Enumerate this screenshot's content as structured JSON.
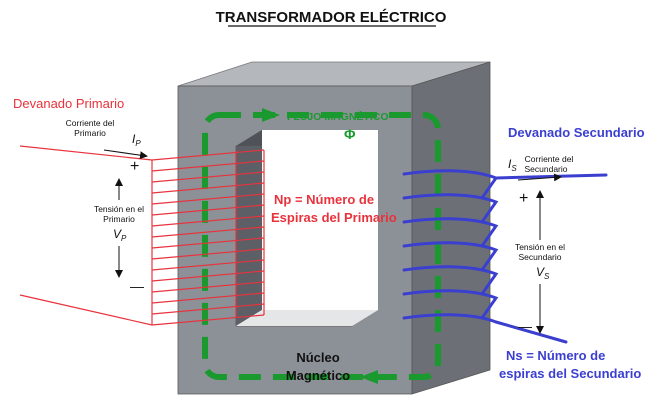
{
  "title": "TRANSFORMADOR ELÉCTRICO",
  "primary": {
    "heading": "Devanado Primario",
    "current_label_line1": "Corriente del",
    "current_label_line2": "Primario",
    "current_symbol": "I",
    "current_sub": "P",
    "voltage_label_line1": "Tensión en el",
    "voltage_label_line2": "Primario",
    "voltage_symbol": "V",
    "voltage_sub": "P",
    "plus": "+",
    "minus": "—",
    "turns_line1": "Np = Número de",
    "turns_line2": "Espiras del Primario"
  },
  "secondary": {
    "heading": "Devanado Secundario",
    "current_label_line1": "Corriente del",
    "current_label_line2": "Secundario",
    "current_symbol": "I",
    "current_sub": "S",
    "voltage_label_line1": "Tensión en el",
    "voltage_label_line2": "Secundario",
    "voltage_symbol": "V",
    "voltage_sub": "S",
    "plus": "+",
    "minus": "—",
    "turns_line1": "Ns = Número de",
    "turns_line2": "espiras del Secundario"
  },
  "flux": {
    "label": "FLUJO MAGNÉTICO",
    "symbol": "Φ"
  },
  "core": {
    "label_line1": "Núcleo",
    "label_line2": "Magnético"
  },
  "colors": {
    "primary": "#e8323c",
    "secondary": "#3a3fd0",
    "flux": "#1a9a2e",
    "core_front": "#8c9197",
    "core_top": "#b4b8bd",
    "core_side": "#6c7076"
  },
  "icons": {
    "current_arrow": "arrow-right-icon",
    "voltage_arrow": "double-arrow-vertical-icon"
  }
}
